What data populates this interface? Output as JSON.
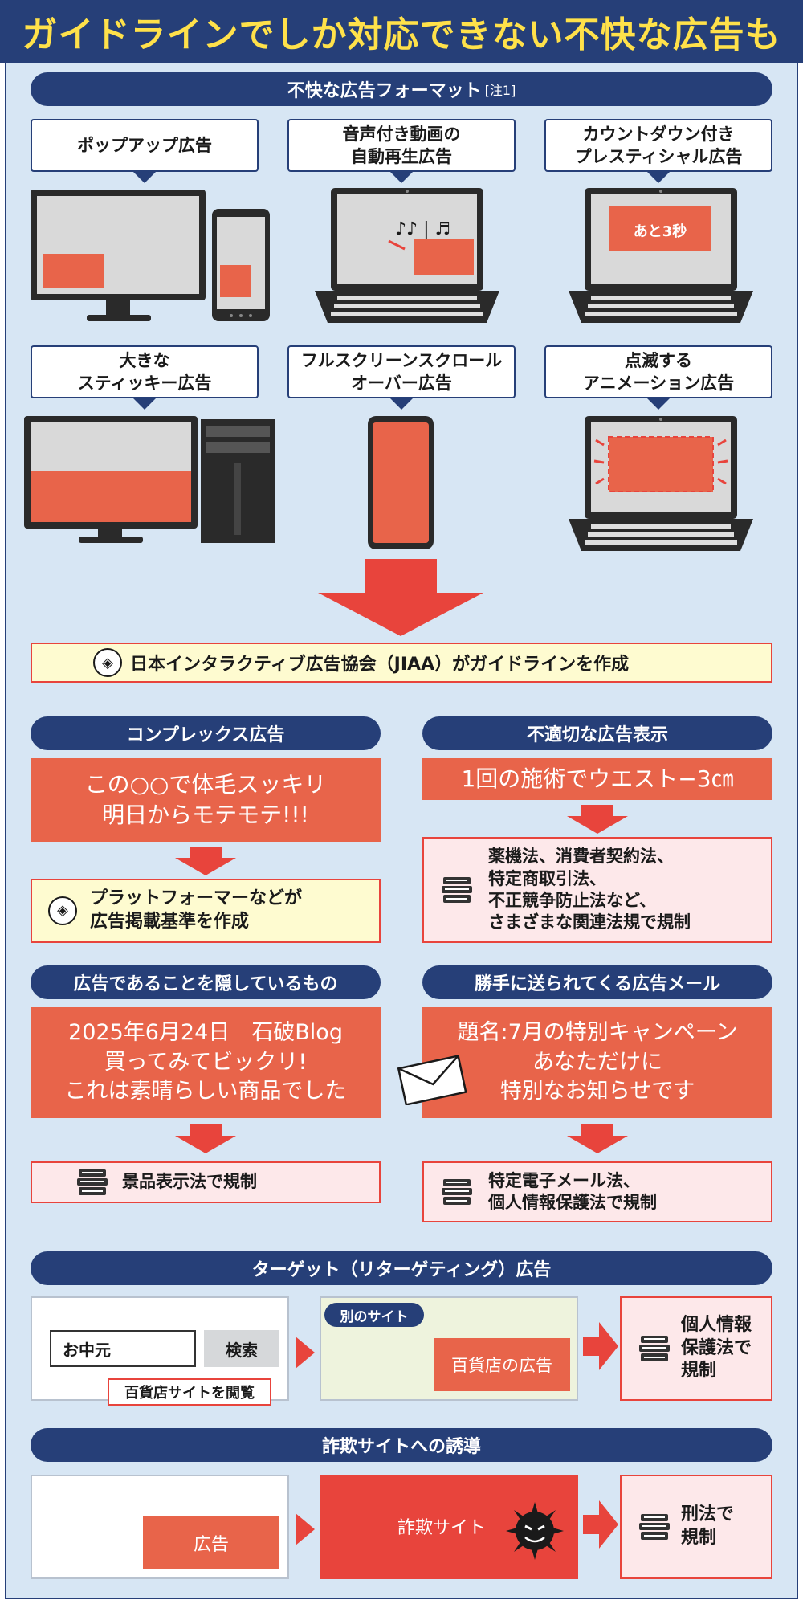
{
  "title": "ガイドラインでしか対応できない不快な広告も",
  "section_formats": {
    "label": "不快な広告フォーマット",
    "note": "[注1]"
  },
  "formats": [
    {
      "label": "ポップアップ広告"
    },
    {
      "label": "音声付き動画の\n自動再生広告"
    },
    {
      "label": "カウントダウン付き\nプレスティシャル広告",
      "screen_text": "あと3秒"
    },
    {
      "label": "大きな\nスティッキー広告"
    },
    {
      "label": "フルスクリーンスクロール\nオーバー広告"
    },
    {
      "label": "点滅する\nアニメーション広告"
    }
  ],
  "jiaa": "日本インタラクティブ広告協会（JIAA）がガイドラインを作成",
  "complex": {
    "header": "コンプレックス広告",
    "example": "この○○で体毛スッキリ\n明日からモテモテ!!!",
    "result": "プラットフォーマーなどが\n広告掲載基準を作成"
  },
  "inappropriate": {
    "header": "不適切な広告表示",
    "example": "1回の施術でウエスト−3㎝",
    "result": "薬機法、消費者契約法、\n特定商取引法、\n不正競争防止法など、\nさまざまな関連法規で規制"
  },
  "hidden": {
    "header": "広告であることを隠しているもの",
    "example": "2025年6月24日　石破Blog\n買ってみてビックリ!\nこれは素晴らしい商品でした",
    "result": "景品表示法で規制"
  },
  "email": {
    "header": "勝手に送られてくる広告メール",
    "example": "題名:7月の特別キャンペーン\nあなただけに\n特別なお知らせです",
    "result": "特定電子メール法、\n個人情報保護法で規制"
  },
  "targeting": {
    "header": "ターゲット（リターゲティング）広告",
    "search_value": "お中元",
    "search_button": "検索",
    "browse_tag": "百貨店サイトを閲覧",
    "other_site_tag": "別のサイト",
    "ad_text": "百貨店の広告",
    "result": "個人情報\n保護法で\n規制"
  },
  "fraud": {
    "header": "詐欺サイトへの誘導",
    "ad_text": "広告",
    "site_text": "詐欺サイト",
    "result": "刑法で\n規制"
  },
  "colors": {
    "navy": "#263f78",
    "yellow": "#ffe14a",
    "red": "#e8443c",
    "salmon": "#e8644a",
    "panel": "#d7e6f4"
  }
}
